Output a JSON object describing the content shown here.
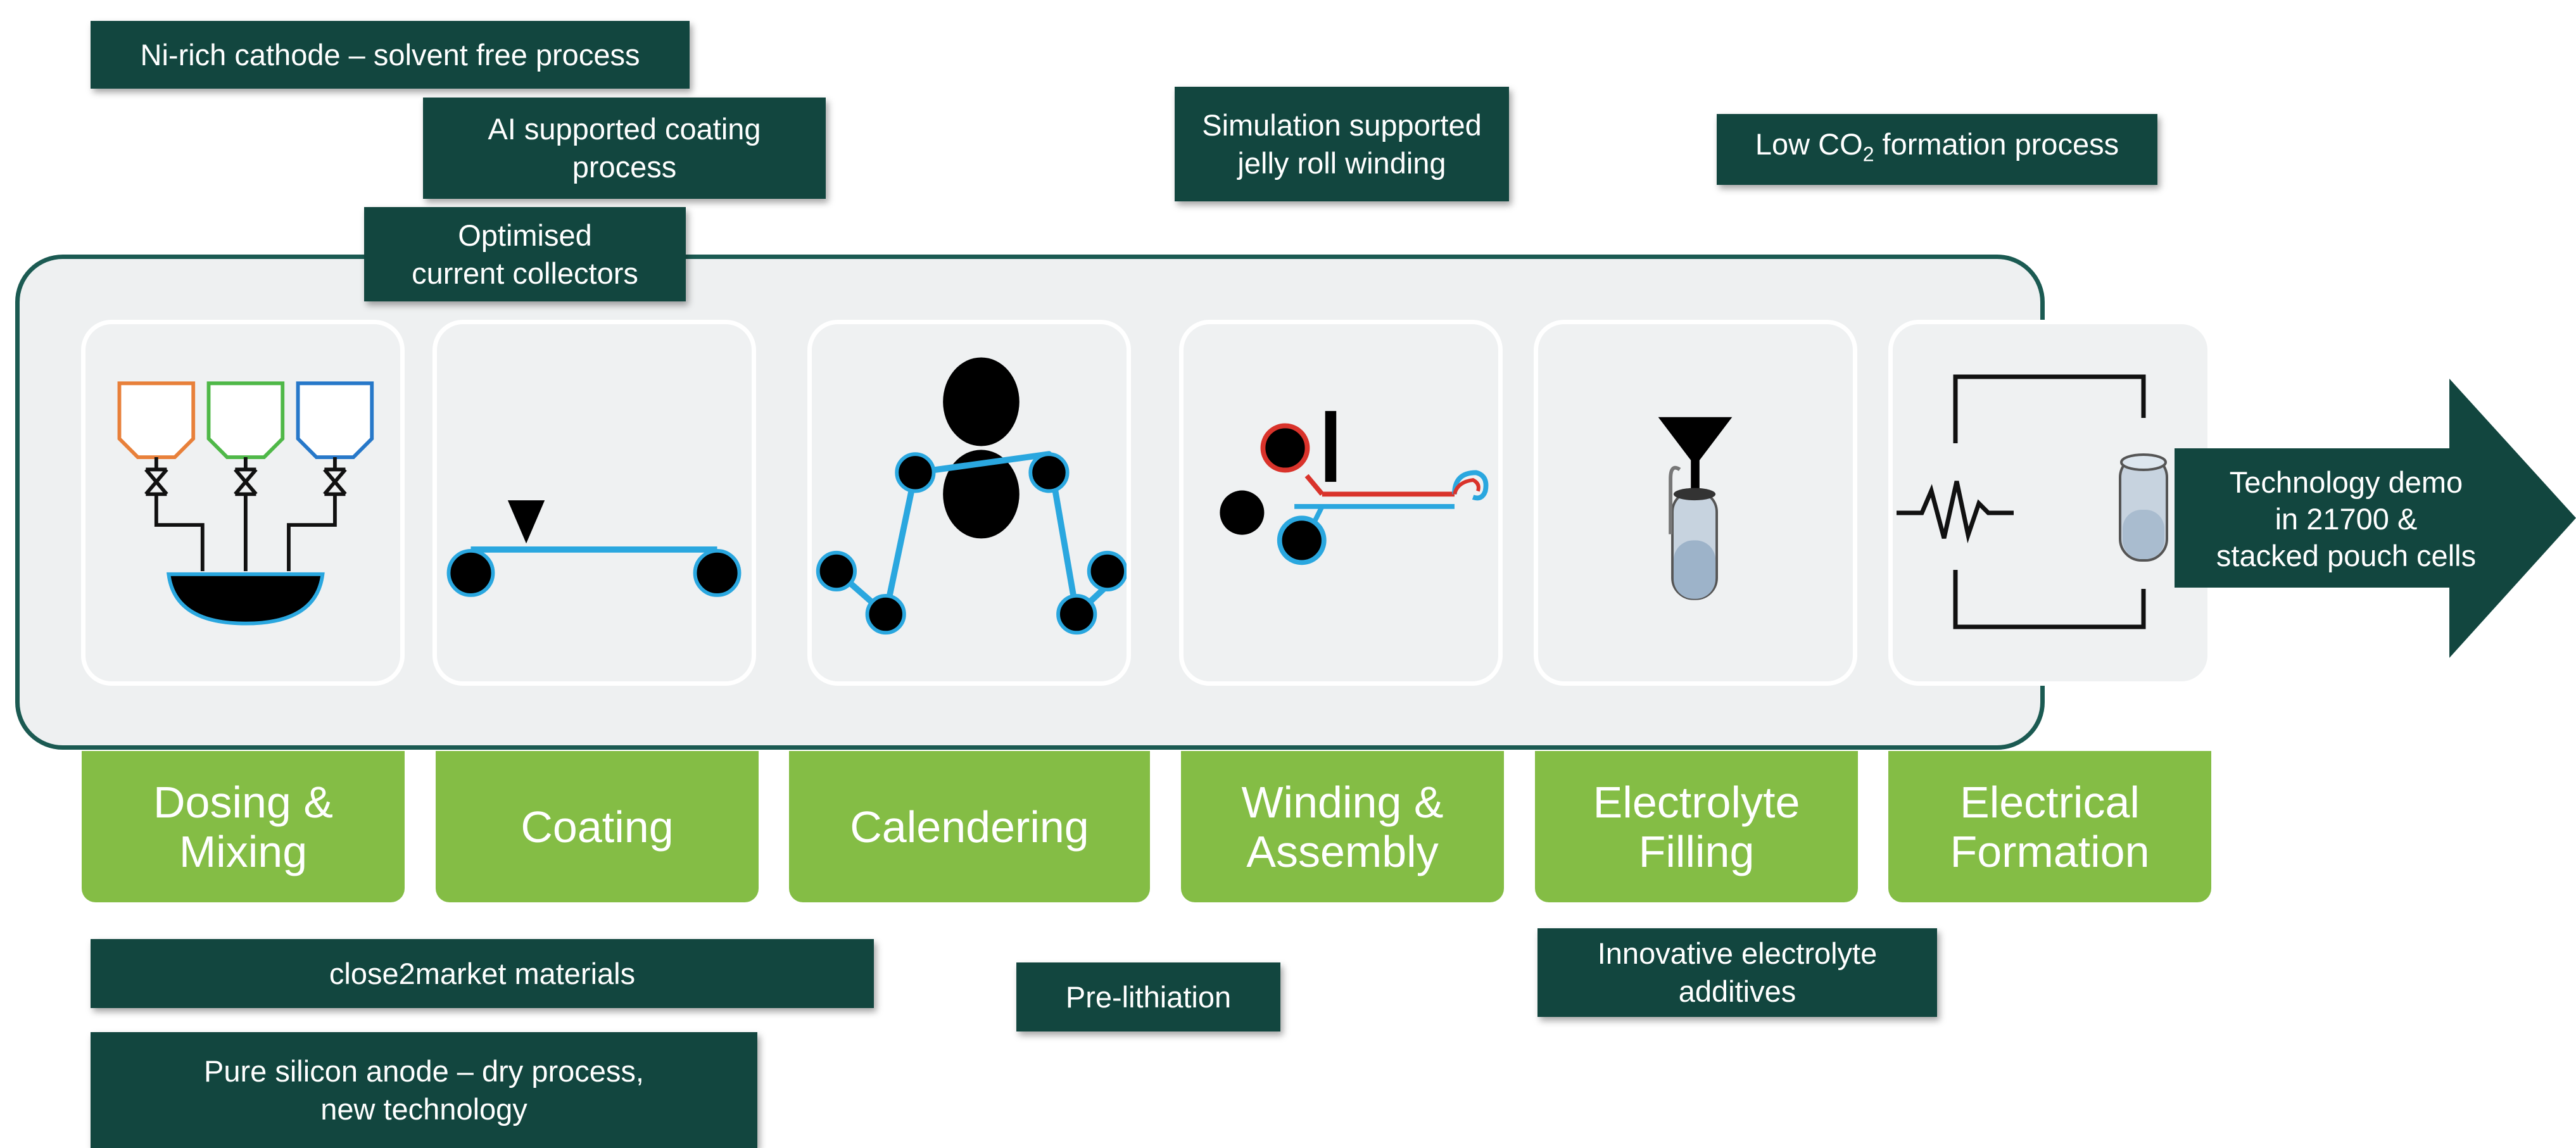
{
  "top_tags": {
    "ni_rich": "Ni-rich cathode – solvent free process",
    "ai_coating": "AI supported coating\nprocess",
    "current_collectors": "Optimised\ncurrent collectors",
    "jelly_roll": "Simulation supported\njelly roll winding",
    "low_co2_prefix": "Low CO",
    "low_co2_sub": "2",
    "low_co2_suffix": " formation process"
  },
  "steps": [
    {
      "label": "Dosing &\nMixing",
      "icon": "dosing-mixing-icon"
    },
    {
      "label": "Coating",
      "icon": "coating-icon"
    },
    {
      "label": "Calendering",
      "icon": "calendering-icon"
    },
    {
      "label": "Winding &\nAssembly",
      "icon": "winding-icon"
    },
    {
      "label": "Electrolyte\nFilling",
      "icon": "electrolyte-filling-icon"
    },
    {
      "label": "Electrical\nFormation",
      "icon": "electrical-formation-icon"
    }
  ],
  "arrow": {
    "text": "Technology demo\nin 21700 &\nstacked pouch cells"
  },
  "bottom_tags": {
    "close2market": "close2market materials",
    "pre_lithiation": "Pre-lithiation",
    "electrolyte_additives": "Innovative electrolyte\nadditives",
    "silicon_anode": "Pure silicon anode – dry process,\nnew technology"
  },
  "colors": {
    "dark_green": "#12463f",
    "light_green": "#84bd45",
    "panel_border": "#1b5a52",
    "panel_fill": "#eef0f1",
    "belt_blue": "#2aa7df",
    "orange": "#e8803a",
    "green": "#4fb848",
    "blue": "#2778c9",
    "red": "#d9332b"
  }
}
